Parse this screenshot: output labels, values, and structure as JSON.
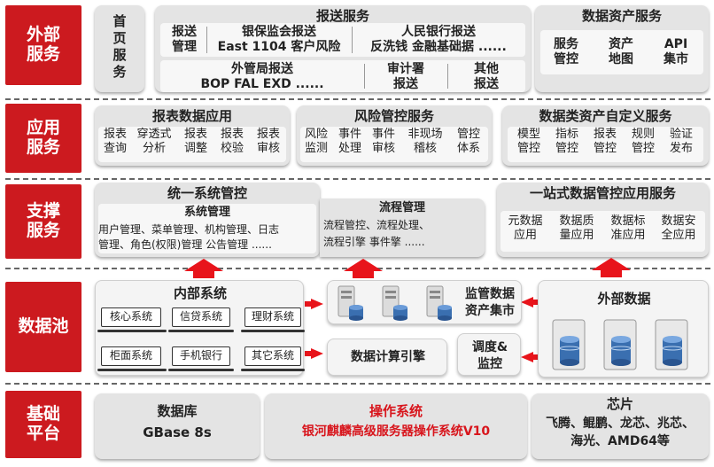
{
  "layers": {
    "external": "外部\n服务",
    "application": "应用\n服务",
    "support": "支撑\n服务",
    "data_pool": "数据池",
    "base": "基础\n平台"
  },
  "external": {
    "homepage": "首\n页\n服\n务",
    "report_service": {
      "title": "报送服务",
      "report_mgmt": "报送\n管理",
      "cbirc": "银保监会报送\nEast 1104 客户风险",
      "pboc": "人民银行报送\n反洗钱 金融基础据 ......",
      "safe": "外管局报送\nBOP FAL EXD ......",
      "audit": "审计署\n报送",
      "other": "其他\n报送"
    },
    "data_asset_service": {
      "title": "数据资产服务",
      "items": [
        "服务\n管控",
        "资产\n地图",
        "API\n集市"
      ]
    }
  },
  "application": {
    "report_data_app": {
      "title": "报表数据应用",
      "items": [
        "报表\n查询",
        "穿透式\n分析",
        "报表\n调整",
        "报表\n校验",
        "报表\n审核"
      ]
    },
    "risk_control": {
      "title": "风险管控服务",
      "items": [
        "风险\n监测",
        "事件\n处理",
        "事件\n审核",
        "非现场\n稽核",
        "管控\n体系"
      ]
    },
    "custom_asset": {
      "title": "数据类资产自定义服务",
      "items": [
        "模型\n管控",
        "指标\n管控",
        "报表\n管控",
        "规则\n管控",
        "验证\n发布"
      ]
    }
  },
  "support": {
    "unified": {
      "title": "统一系统管控",
      "sys_mgmt_title": "系统管理",
      "sys_mgmt_text": "用户管理、菜单管理、机构管理、日志\n管理、角色(权限)管理 公告管理 ......",
      "flow_mgmt_title": "流程管理",
      "flow_mgmt_text": "流程管控、流程处理、\n流程引擎 事件擎 ......"
    },
    "one_stop": {
      "title": "一站式数据管控应用服务",
      "items": [
        "元数据\n应用",
        "数据质\n量应用",
        "数据标\n准应用",
        "数据安\n全应用"
      ]
    }
  },
  "data_pool": {
    "internal": {
      "title": "内部系统",
      "systems": [
        "核心系统",
        "信贷系统",
        "理财系统",
        "柜面系统",
        "手机银行",
        "其它系统"
      ]
    },
    "mart": "监管数据\n资产集市",
    "compute": "数据计算引擎",
    "schedule": "调度&\n监控",
    "external_data": "外部数据"
  },
  "base": {
    "database_title": "数据库",
    "database_name": "GBase 8s",
    "os_title": "操作系统",
    "os_name": "银河麒麟高级服务器操作系统V10",
    "chip_title": "芯片",
    "chip_text": "飞腾、鲲鹏、龙芯、兆芯、\n海光、AMD64等"
  },
  "colors": {
    "accent": "#cc1a1f",
    "arrow": "#e8141b",
    "box": "#e4e4e4"
  }
}
